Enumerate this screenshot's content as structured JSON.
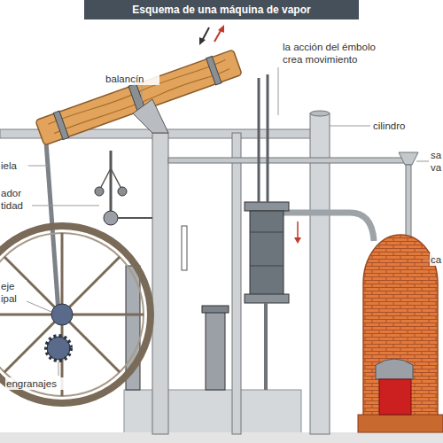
{
  "diagram": {
    "title": "Esquema de una máquina de vapor",
    "labels": [
      "balancín",
      "la acción del émbolo crea movimiento",
      "cilindro",
      "sa va",
      "iela",
      "ador tidad",
      "ca",
      "eje ipal",
      "engranajes"
    ]
  }
}
